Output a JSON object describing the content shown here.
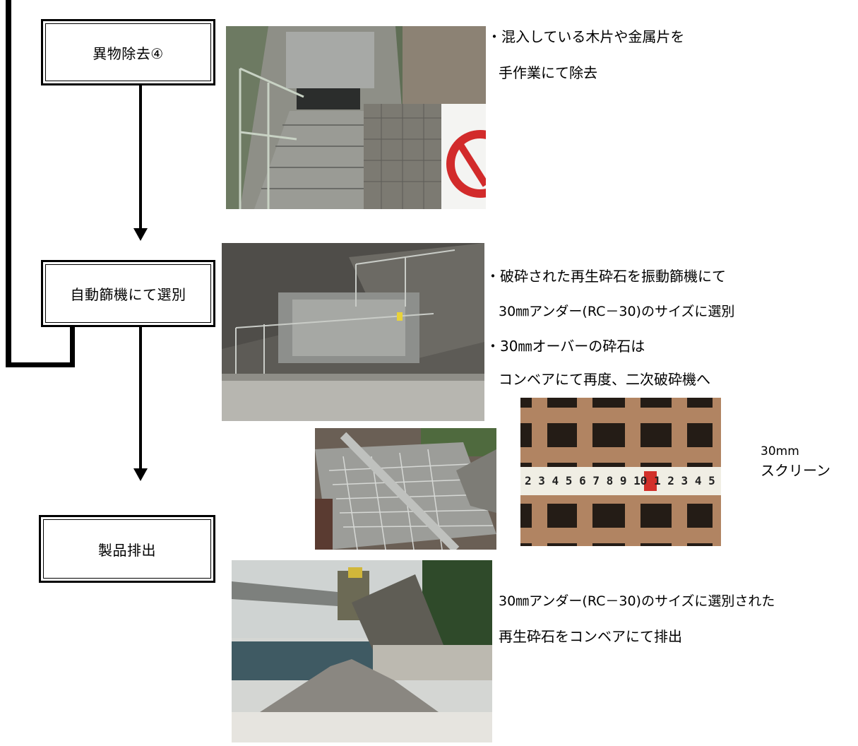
{
  "flow": {
    "step1": "異物除去④",
    "step2": "自動篩機にて選別",
    "step3": "製品排出"
  },
  "notes": {
    "step1_line1": "・混入している木片や金属片を",
    "step1_line2": "手作業にて除去",
    "step2_line1": "・破砕された再生砕石を振動篩機にて",
    "step2_line2": "30㎜アンダー(RC－30)のサイズに選別",
    "step2_line3": "・30㎜オーバーの砕石は",
    "step2_line4": "コンベアにて再度、二次破砕機へ",
    "screen_line1": "30mm",
    "screen_line2": "スクリーン",
    "step3_line1": "30㎜アンダー(RC－30)のサイズに選別された",
    "step3_line2": "再生砕石をコンベアにて排出"
  },
  "tape_scale": "2 3 4 5 6 7 8 9 10 1 2 3 4 5"
}
